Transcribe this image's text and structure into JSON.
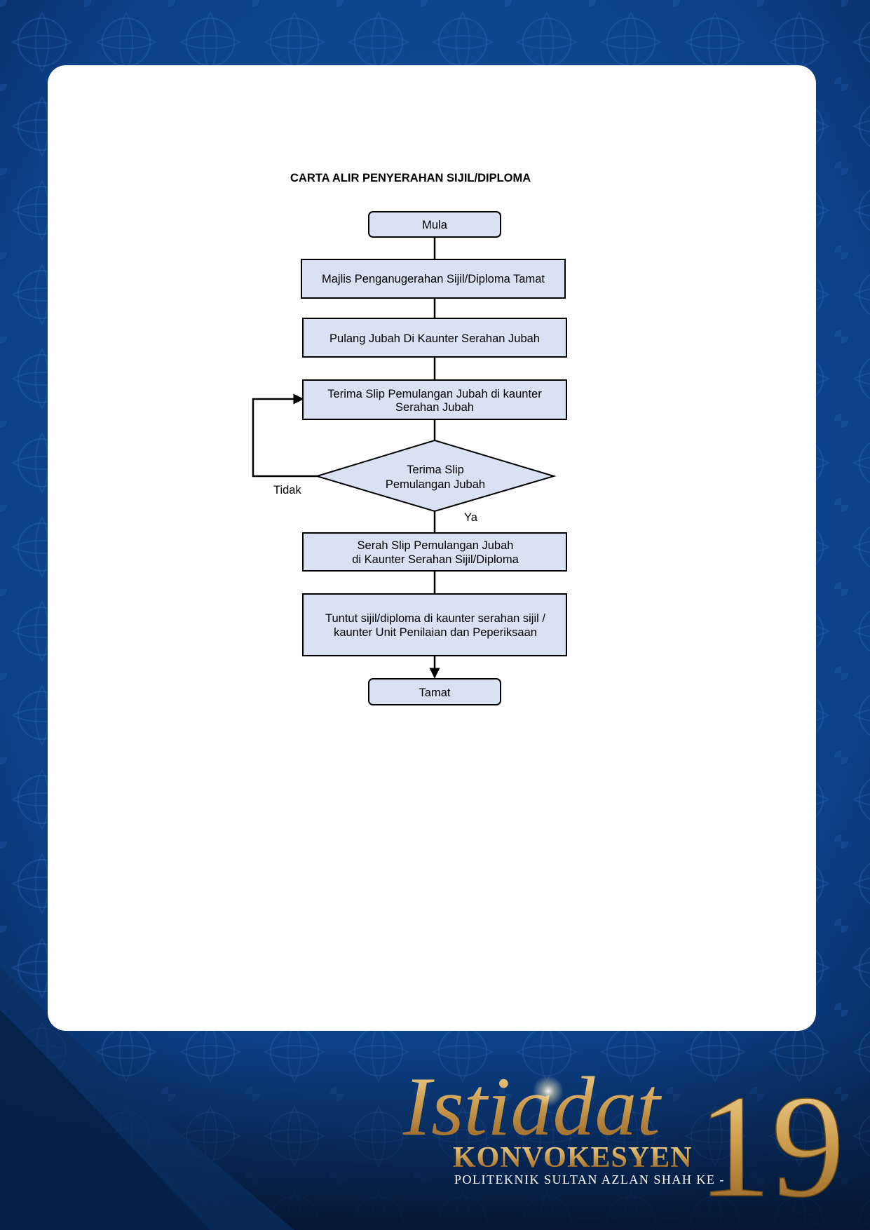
{
  "flowchart": {
    "title": "CARTA ALIR PENYERAHAN SIJIL/DIPLOMA",
    "nodes": [
      {
        "id": "start",
        "type": "terminal",
        "lines": [
          "Mula"
        ]
      },
      {
        "id": "step1",
        "type": "process",
        "lines": [
          "Majlis Penganugerahan Sijil/Diploma Tamat"
        ]
      },
      {
        "id": "step2",
        "type": "process",
        "lines": [
          "Pulang Jubah Di Kaunter Serahan Jubah"
        ]
      },
      {
        "id": "step3",
        "type": "process",
        "lines": [
          "Terima Slip Pemulangan Jubah di kaunter",
          "Serahan Jubah"
        ]
      },
      {
        "id": "decision",
        "type": "decision",
        "lines": [
          "Terima Slip",
          "Pemulangan Jubah"
        ]
      },
      {
        "id": "step4",
        "type": "process",
        "lines": [
          "Serah Slip Pemulangan Jubah",
          "di Kaunter Serahan Sijil/Diploma"
        ]
      },
      {
        "id": "step5",
        "type": "process",
        "lines": [
          "Tuntut sijil/diploma di kaunter serahan sijil /",
          "kaunter Unit Penilaian dan Peperiksaan"
        ]
      },
      {
        "id": "end",
        "type": "terminal",
        "lines": [
          "Tamat"
        ]
      }
    ],
    "edges": [
      {
        "from": "start",
        "to": "step1"
      },
      {
        "from": "step1",
        "to": "step2"
      },
      {
        "from": "step2",
        "to": "step3"
      },
      {
        "from": "step3",
        "to": "decision"
      },
      {
        "from": "decision",
        "to": "step4",
        "label": "Ya"
      },
      {
        "from": "decision",
        "to": "step3",
        "label": "Tidak"
      },
      {
        "from": "step4",
        "to": "step5"
      },
      {
        "from": "step5",
        "to": "end"
      }
    ]
  },
  "branding": {
    "script": "Istiadat",
    "number": "19",
    "main": "KONVOKESYEN",
    "sub": "POLITEKNIK SULTAN AZLAN SHAH KE -"
  }
}
